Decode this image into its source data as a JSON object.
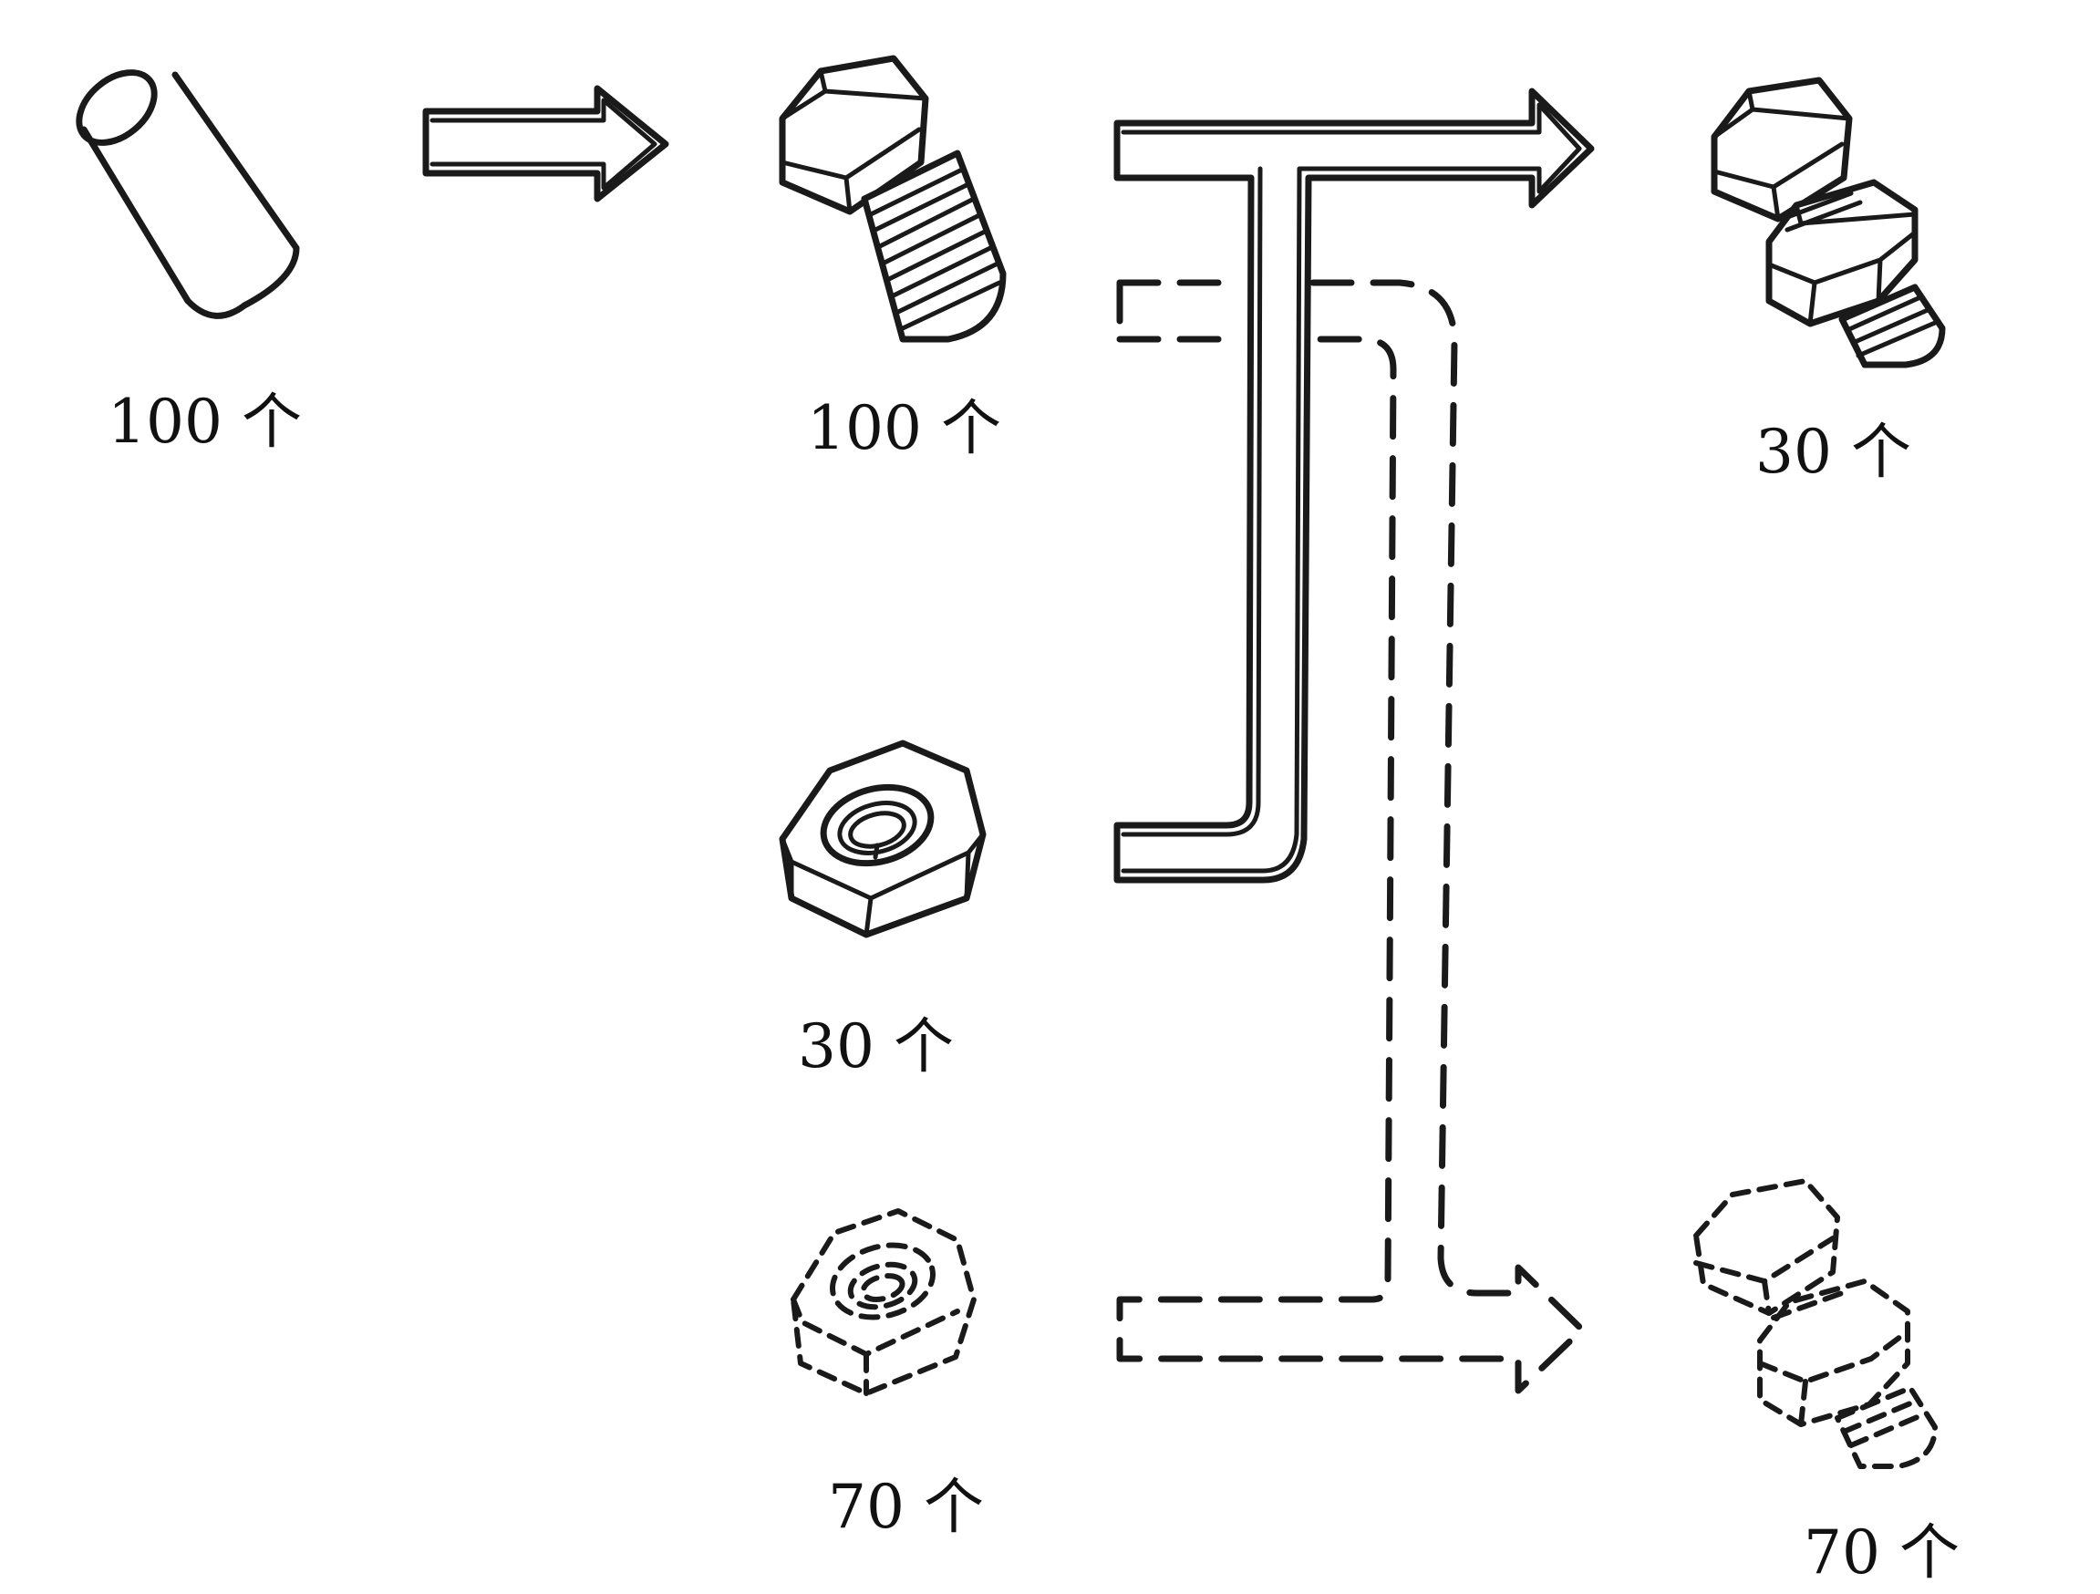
{
  "items": [
    {
      "key": "rod",
      "icon": "rod-icon",
      "count": "100 个"
    },
    {
      "key": "bolt",
      "icon": "bolt-icon",
      "count": "100 个"
    },
    {
      "key": "nut-solid",
      "icon": "nut-icon",
      "count": "30 个"
    },
    {
      "key": "nut-dashed",
      "icon": "nut-dashed-icon",
      "count": "70 个"
    },
    {
      "key": "assembled-solid",
      "icon": "bolt-nut-assembly-icon",
      "count": "30 个"
    },
    {
      "key": "assembled-dashed",
      "icon": "bolt-nut-assembly-dashed-icon",
      "count": "70 个"
    }
  ],
  "arrows": [
    {
      "icon": "arrow-right-icon",
      "from": "rod",
      "to": "bolt",
      "style": "solid"
    },
    {
      "icon": "merge-arrow-icon",
      "from": "bolt+nut",
      "to": "assembled",
      "style": "solid"
    },
    {
      "icon": "merge-arrow-dashed-icon",
      "from": "bolt+nut",
      "to": "assembled",
      "style": "dashed"
    }
  ],
  "colors": {
    "ink": "#1a1a1a",
    "background": "#ffffff"
  }
}
